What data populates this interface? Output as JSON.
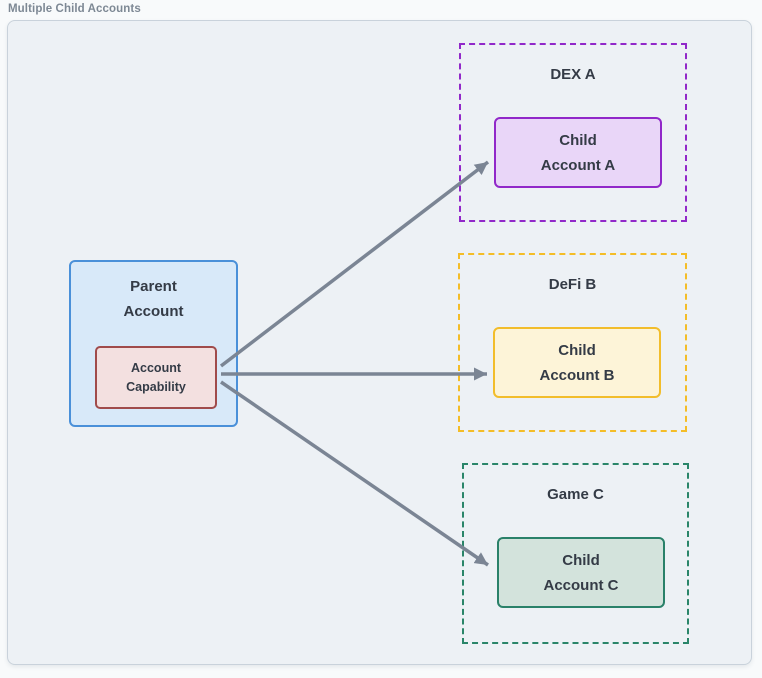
{
  "page": {
    "title": "Multiple Child Accounts",
    "colors": {
      "page_background": "#f8fafb",
      "canvas_background": "#edf1f5",
      "canvas_border": "#c9d2db",
      "title_text": "#7d8894",
      "node_text": "#343b46",
      "arrow": "#7b8594"
    }
  },
  "diagram": {
    "parent_node": {
      "label": "Parent\nAccount",
      "fill": "#d8e9f9",
      "border": "#4a90d9"
    },
    "capability_node": {
      "label": "Account\nCapability",
      "fill": "#f3e0e0",
      "border": "#a04b4b"
    },
    "groups": [
      {
        "label": "DEX A",
        "accent": "#9128c9",
        "child": {
          "label": "Child\nAccount A",
          "fill": "#e9d6f8",
          "border": "#9128c9"
        }
      },
      {
        "label": "DeFi B",
        "accent": "#f4bd27",
        "child": {
          "label": "Child\nAccount B",
          "fill": "#fdf4d8",
          "border": "#f2bd2b"
        }
      },
      {
        "label": "Game C",
        "accent": "#2a8569",
        "child": {
          "label": "Child\nAccount C",
          "fill": "#d3e3dc",
          "border": "#2a8169"
        }
      }
    ],
    "edges": [
      {
        "from": "Account Capability",
        "to": "Child Account A",
        "color": "#7b8594"
      },
      {
        "from": "Account Capability",
        "to": "Child Account B",
        "color": "#7b8594"
      },
      {
        "from": "Account Capability",
        "to": "Child Account C",
        "color": "#7b8594"
      }
    ]
  }
}
